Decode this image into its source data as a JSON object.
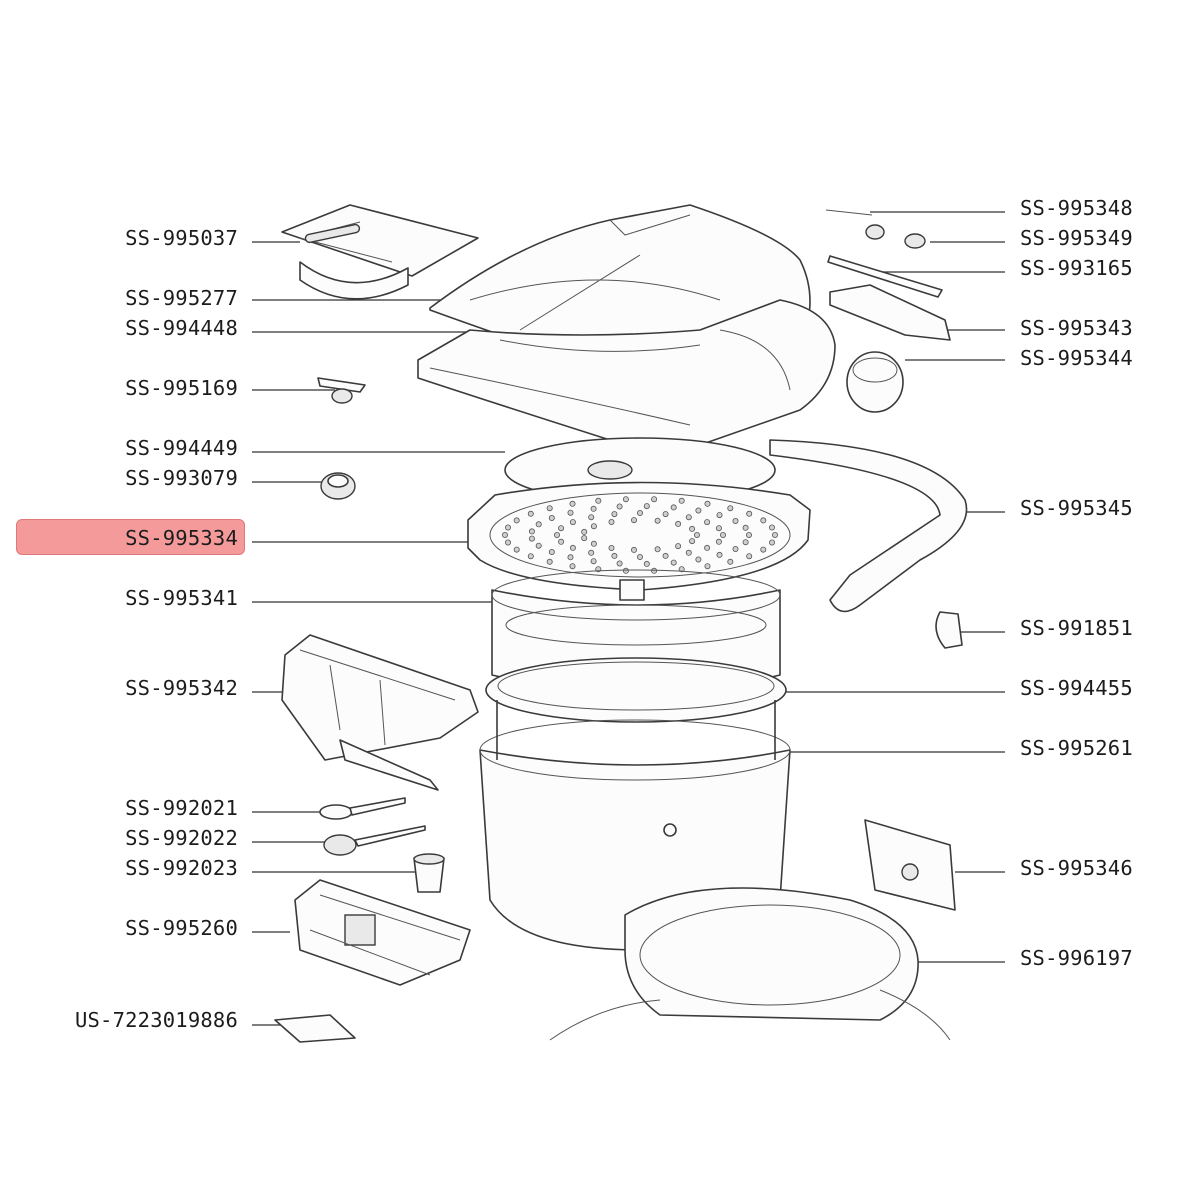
{
  "colors": {
    "highlight": "#f59a9a",
    "line": "#333333",
    "text": "#1c1c1c"
  },
  "selected": "SS-995334",
  "labels": {
    "ss_995037": "SS-995037",
    "ss_995277": "SS-995277",
    "ss_994448": "SS-994448",
    "ss_995169": "SS-995169",
    "ss_994449": "SS-994449",
    "ss_993079": "SS-993079",
    "ss_995334": "SS-995334",
    "ss_995341": "SS-995341",
    "ss_995342": "SS-995342",
    "ss_992021": "SS-992021",
    "ss_992022": "SS-992022",
    "ss_992023": "SS-992023",
    "ss_995260": "SS-995260",
    "us_7223019886": "US-7223019886",
    "ss_995348": "SS-995348",
    "ss_995349": "SS-995349",
    "ss_993165": "SS-993165",
    "ss_995343": "SS-995343",
    "ss_995344": "SS-995344",
    "ss_995345": "SS-995345",
    "ss_991851": "SS-991851",
    "ss_994455": "SS-994455",
    "ss_995261": "SS-995261",
    "ss_995346": "SS-995346",
    "ss_996197": "SS-996197"
  }
}
